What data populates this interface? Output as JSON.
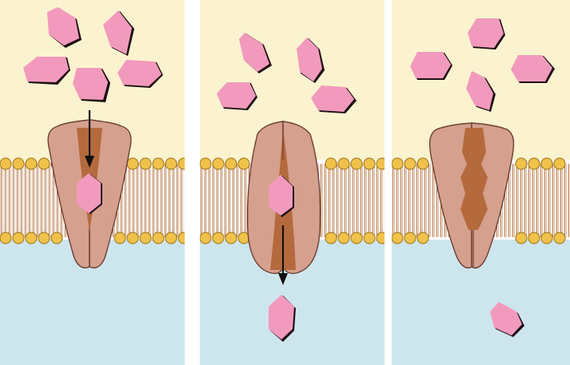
{
  "figure": {
    "kind": "transport-protein-conformational-change",
    "colors": {
      "extracellular": "#fbf3cf",
      "cytoplasm": "#cde6ee",
      "lipid_head": "#f0c24a",
      "lipid_head_edge": "#a9822a",
      "lipid_tail": "#c2895a",
      "protein": "#d6a08e",
      "protein_edge": "#6b3f33",
      "channel": "#b46a3c",
      "solute": "#f29abd",
      "solute_edge": "#1c1014",
      "arrow": "#111111"
    },
    "panels": [
      {
        "step": 1,
        "state": "open-to-outside",
        "solute_in_channel": true,
        "arrow": "inward"
      },
      {
        "step": 2,
        "state": "open-to-inside",
        "solute_in_channel": true,
        "arrow": "inward"
      },
      {
        "step": 3,
        "state": "reset",
        "solute_in_channel": false,
        "arrow": "none"
      }
    ]
  }
}
